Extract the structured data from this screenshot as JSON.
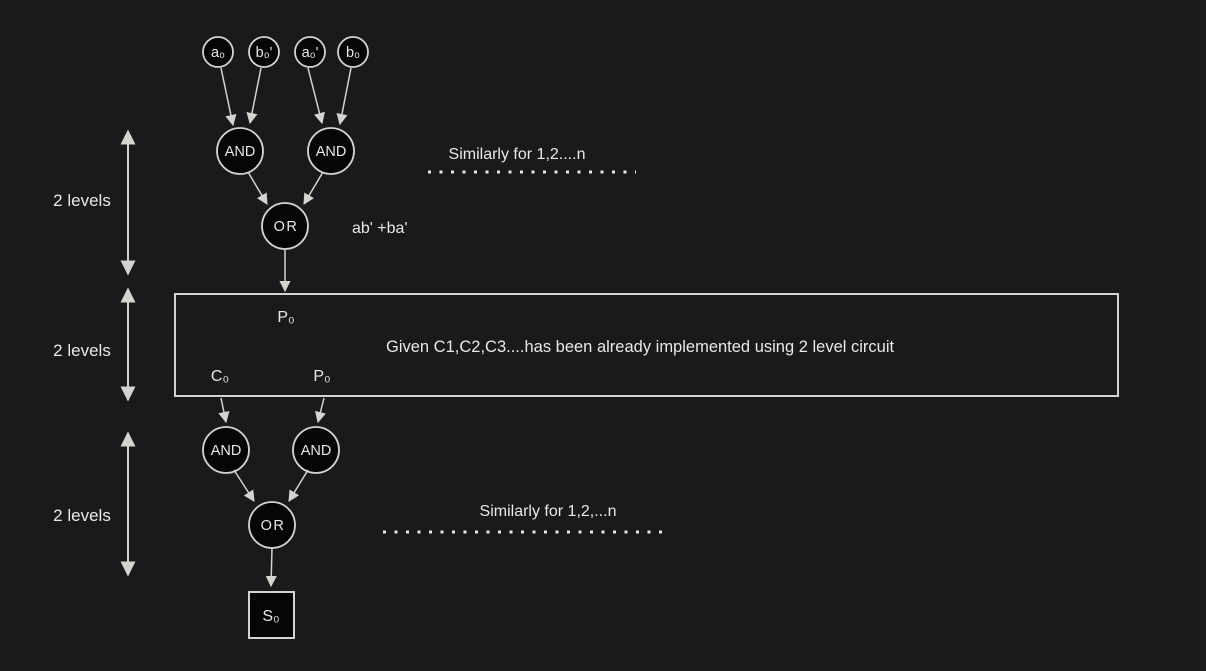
{
  "theme": {
    "background": "#191a1c",
    "line_color": "#d6d3ce",
    "text_color": "#eae8e4",
    "node_fill": "#060607"
  },
  "stage1": {
    "inputs": [
      "a₀",
      "b₀'",
      "a₀'",
      "b₀"
    ],
    "gates": {
      "and_left": "AND",
      "and_right": "AND",
      "or_label": "OR"
    },
    "note": "Similarly for 1,2....n",
    "expression": "ab' +ba'",
    "side_label": "2 levels"
  },
  "stage2": {
    "box_text": "Given C1,C2,C3....has been already implemented using 2 level circuit",
    "output_top": "P₀",
    "carry_label": "C₀",
    "p_label": "P₀",
    "side_label": "2 levels"
  },
  "stage3": {
    "gates": {
      "and_left": "AND",
      "and_right": "AND",
      "or_label": "OR"
    },
    "note": "Similarly for 1,2,...n",
    "output": "S₀",
    "side_label": "2 levels"
  }
}
